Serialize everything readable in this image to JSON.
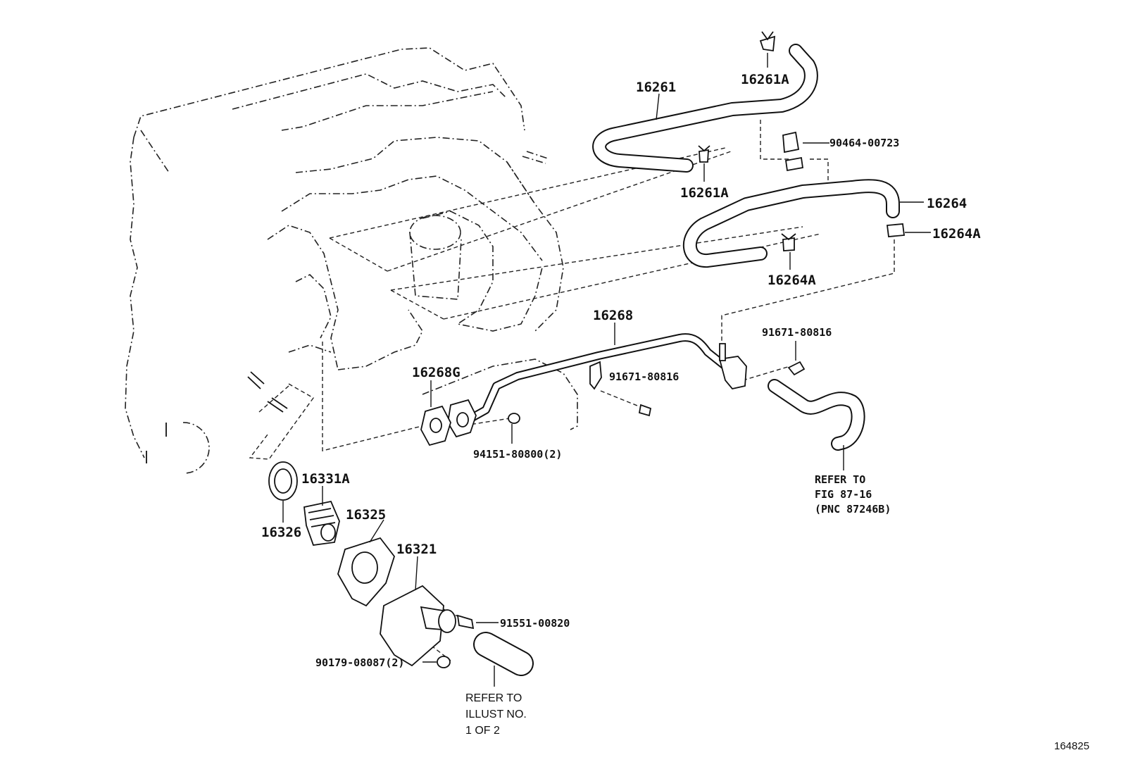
{
  "diagram_id": "164825",
  "labels": {
    "p16261": "16261",
    "p16261A_top": "16261A",
    "p16261A_lower": "16261A",
    "p90464": "90464-00723",
    "p16264": "16264",
    "p16264A_right": "16264A",
    "p16264A_lower": "16264A",
    "p16268": "16268",
    "p91671_right": "91671-80816",
    "p91671_mid": "91671-80816",
    "p16268G": "16268G",
    "p94151": "94151-80800(2)",
    "p16331A": "16331A",
    "p16325": "16325",
    "p16326": "16326",
    "p16321": "16321",
    "p91551": "91551-00820",
    "p90179": "90179-08087(2)"
  },
  "refer_fig": {
    "line1": "REFER TO",
    "line2": "FIG 87-16",
    "line3": "(PNC 87246B)"
  },
  "refer_illust": {
    "line1": "REFER TO",
    "line2": "ILLUST NO.",
    "line3": "1 OF 2"
  }
}
